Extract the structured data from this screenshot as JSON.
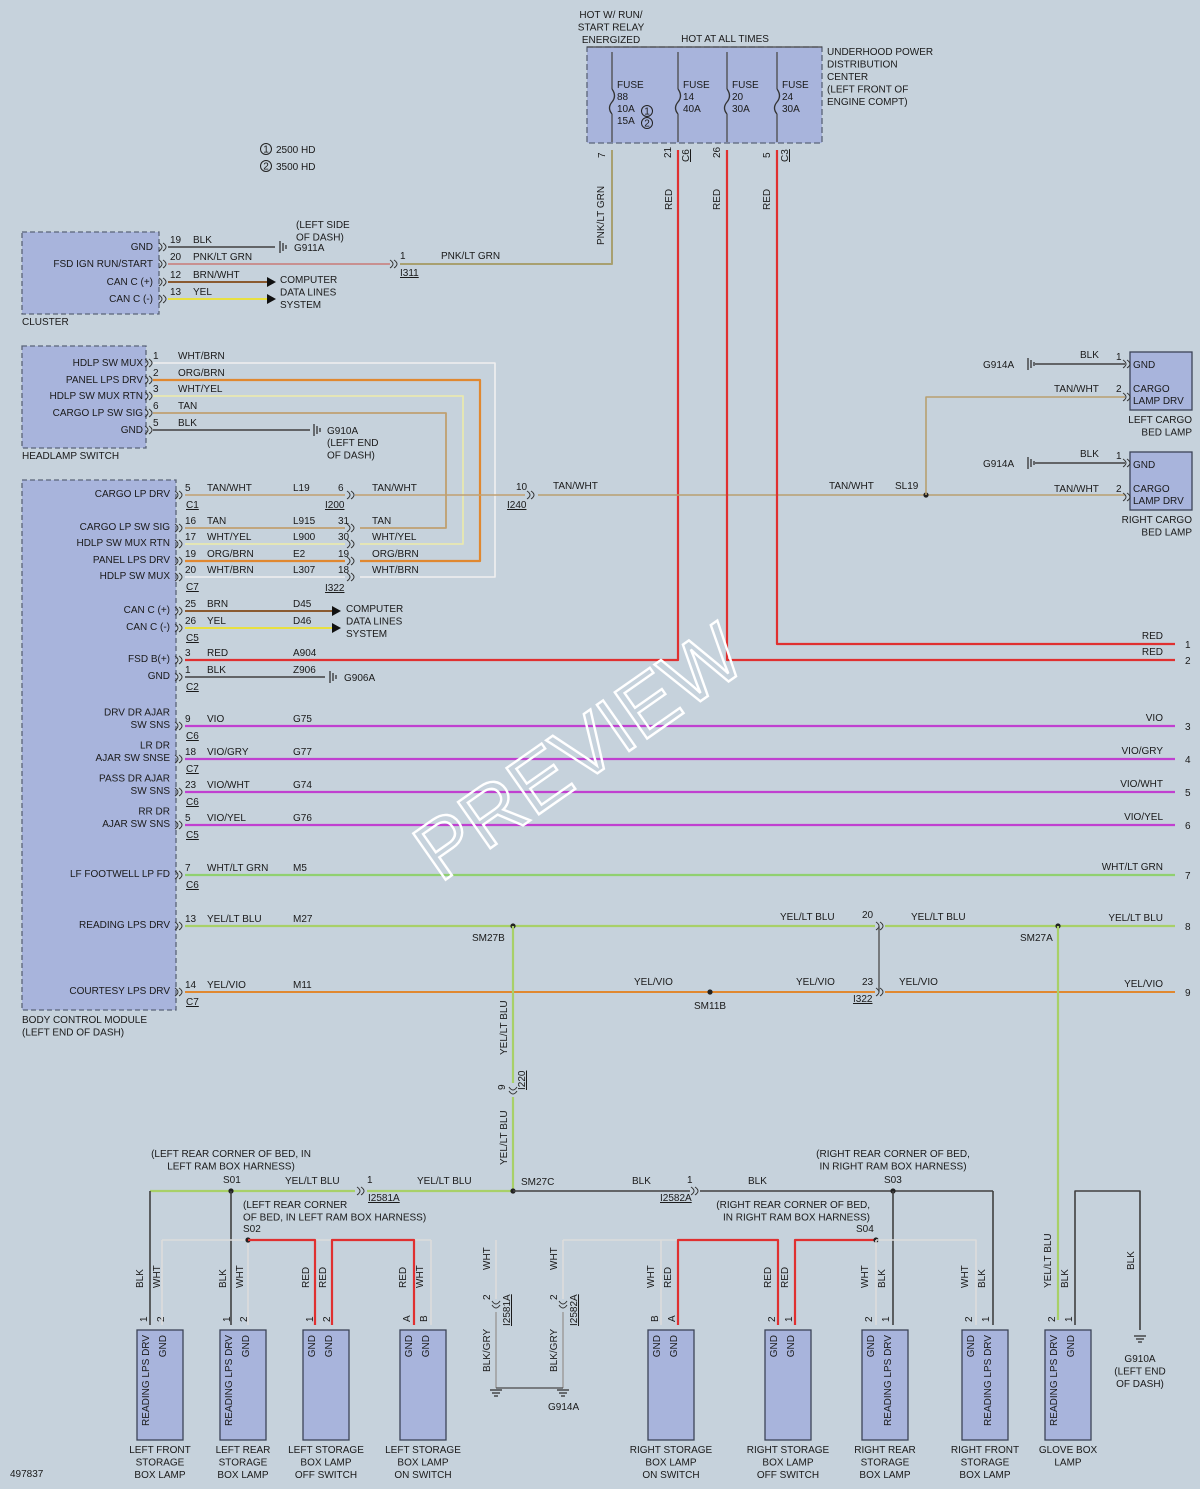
{
  "watermark": "PREVIEW",
  "doc_id": "497837",
  "colors": {
    "red": "#e03030",
    "violet": "#c040d0",
    "lt_green": "#80c060",
    "yellow_green": "#a8d068",
    "yellow": "#e8e040",
    "orange": "#e08830",
    "tan": "#c0a070",
    "white_wire": "#f0f0f0",
    "black_wire": "#404040",
    "brown": "#8a5a30"
  },
  "legend": [
    {
      "num": "1",
      "text": "2500 HD"
    },
    {
      "num": "2",
      "text": "3500 HD"
    }
  ],
  "pdc": {
    "hot_run": [
      "HOT W/ RUN/",
      "START RELAY",
      "ENERGIZED"
    ],
    "hot_all": "HOT AT ALL TIMES",
    "title": [
      "UNDERHOOD POWER",
      "DISTRIBUTION",
      "CENTER",
      "(LEFT FRONT OF",
      "ENGINE COMPT)"
    ],
    "fuses": [
      {
        "lines": [
          "FUSE",
          "88",
          "10A",
          "15A"
        ],
        "pin": "7",
        "conn": ""
      },
      {
        "lines": [
          "FUSE",
          "14",
          "40A"
        ],
        "pin": "21",
        "conn": "C6"
      },
      {
        "lines": [
          "FUSE",
          "20",
          "30A"
        ],
        "pin": "26",
        "conn": ""
      },
      {
        "lines": [
          "FUSE",
          "24",
          "30A"
        ],
        "pin": "5",
        "conn": "C3"
      }
    ]
  },
  "cluster": {
    "name": "CLUSTER",
    "pins": [
      {
        "label": "GND",
        "num": "19",
        "wire": "BLK"
      },
      {
        "label": "FSD IGN RUN/START",
        "num": "20",
        "wire": "PNK/LT GRN"
      },
      {
        "label": "CAN C (+)",
        "num": "12",
        "wire": "BRN/WHT"
      },
      {
        "label": "CAN C (-)",
        "num": "13",
        "wire": "YEL"
      }
    ],
    "ground_note": [
      "(LEFT SIDE",
      "OF DASH)"
    ],
    "ground": "G911A",
    "computer": [
      "COMPUTER",
      "DATA LINES",
      "SYSTEM"
    ],
    "splice_pin": "1",
    "splice_conn": "I311",
    "wire_out": "PNK/LT GRN"
  },
  "headlamp": {
    "name": "HEADLAMP SWITCH",
    "pins": [
      {
        "label": "HDLP SW MUX",
        "num": "1",
        "wire": "WHT/BRN"
      },
      {
        "label": "PANEL LPS DRV",
        "num": "2",
        "wire": "ORG/BRN"
      },
      {
        "label": "HDLP SW MUX RTN",
        "num": "3",
        "wire": "WHT/YEL"
      },
      {
        "label": "CARGO LP SW SIG",
        "num": "6",
        "wire": "TAN"
      },
      {
        "label": "GND",
        "num": "5",
        "wire": "BLK"
      }
    ],
    "ground": "G910A",
    "ground_note": [
      "(LEFT END",
      "OF DASH)"
    ]
  },
  "bcm": {
    "name": [
      "BODY CONTROL MODULE",
      "(LEFT END OF DASH)"
    ],
    "rows": [
      {
        "label": [
          "CARGO LP DRV"
        ],
        "num": "5",
        "wire": "TAN/WHT",
        "circuit": "L19",
        "spin": "6",
        "swire": "TAN/WHT",
        "conn": "C1"
      },
      {
        "label": [
          "CARGO LP SW SIG"
        ],
        "num": "16",
        "wire": "TAN",
        "circuit": "L915",
        "spin": "31",
        "swire": "TAN",
        "conn": ""
      },
      {
        "label": [
          "HDLP SW MUX RTN"
        ],
        "num": "17",
        "wire": "WHT/YEL",
        "circuit": "L900",
        "spin": "30",
        "swire": "WHT/YEL",
        "conn": ""
      },
      {
        "label": [
          "PANEL LPS DRV"
        ],
        "num": "19",
        "wire": "ORG/BRN",
        "circuit": "E2",
        "spin": "19",
        "swire": "ORG/BRN",
        "conn": ""
      },
      {
        "label": [
          "HDLP SW MUX"
        ],
        "num": "20",
        "wire": "WHT/BRN",
        "circuit": "L307",
        "spin": "18",
        "swire": "WHT/BRN",
        "conn": "C7"
      },
      {
        "label": [
          "CAN C (+)"
        ],
        "num": "25",
        "wire": "BRN",
        "circuit": "D45",
        "conn": ""
      },
      {
        "label": [
          "CAN C (-)"
        ],
        "num": "26",
        "wire": "YEL",
        "circuit": "D46",
        "conn": "C5"
      },
      {
        "label": [
          "FSD B(+)"
        ],
        "num": "3",
        "wire": "RED",
        "circuit": "A904",
        "conn": ""
      },
      {
        "label": [
          "GND"
        ],
        "num": "1",
        "wire": "BLK",
        "circuit": "Z906",
        "conn": "C2"
      },
      {
        "label": [
          "DRV DR AJAR",
          "SW SNS"
        ],
        "num": "9",
        "wire": "VIO",
        "circuit": "G75",
        "conn": "C6"
      },
      {
        "label": [
          "LR DR",
          "AJAR SW SNSE"
        ],
        "num": "18",
        "wire": "VIO/GRY",
        "circuit": "G77",
        "conn": "C7"
      },
      {
        "label": [
          "PASS DR AJAR",
          "SW SNS"
        ],
        "num": "23",
        "wire": "VIO/WHT",
        "circuit": "G74",
        "conn": "C6"
      },
      {
        "label": [
          "RR DR",
          "AJAR SW SNS"
        ],
        "num": "5",
        "wire": "VIO/YEL",
        "circuit": "G76",
        "conn": "C5"
      },
      {
        "label": [
          "LF FOOTWELL LP FD"
        ],
        "num": "7",
        "wire": "WHT/LT GRN",
        "circuit": "M5",
        "conn": "C6"
      },
      {
        "label": [
          "READING LPS DRV"
        ],
        "num": "13",
        "wire": "YEL/LT BLU",
        "circuit": "M27",
        "conn": ""
      },
      {
        "label": [
          "COURTESY LPS DRV"
        ],
        "num": "14",
        "wire": "YEL/VIO",
        "circuit": "M11",
        "conn": "C7"
      }
    ],
    "splice_conn_1": "I200",
    "splice_conn_2": "I322",
    "computer": [
      "COMPUTER",
      "DATA LINES",
      "SYSTEM"
    ],
    "ground": "G906A"
  },
  "cargo": {
    "i240_pin": "10",
    "i240_conn": "I240",
    "wire": "TAN/WHT",
    "splice": "SL19",
    "left": {
      "name": [
        "LEFT CARGO",
        "BED LAMP"
      ],
      "ground": "G914A",
      "pins": [
        {
          "num": "1",
          "wire": "BLK",
          "label": "GND"
        },
        {
          "num": "2",
          "wire": "TAN/WHT",
          "label": "CARGO LAMP DRV"
        }
      ]
    },
    "right": {
      "name": [
        "RIGHT CARGO",
        "BED LAMP"
      ],
      "ground": "G914A",
      "pins": [
        {
          "num": "1",
          "wire": "BLK",
          "label": "GND"
        },
        {
          "num": "2",
          "wire": "TAN/WHT",
          "label": "CARGO LAMP DRV"
        }
      ]
    }
  },
  "right_edge": [
    {
      "wire": "RED",
      "num": "1"
    },
    {
      "wire": "RED",
      "num": "2"
    },
    {
      "wire": "VIO",
      "num": "3"
    },
    {
      "wire": "VIO/GRY",
      "num": "4"
    },
    {
      "wire": "VIO/WHT",
      "num": "5"
    },
    {
      "wire": "VIO/YEL",
      "num": "6"
    },
    {
      "wire": "WHT/LT GRN",
      "num": "7"
    },
    {
      "wire": "YEL/LT BLU",
      "num": "8"
    },
    {
      "wire": "YEL/VIO",
      "num": "9"
    }
  ],
  "middle": {
    "sm27b": "SM27B",
    "sm27a": "SM27A",
    "sm11b": "SM11B",
    "sm27c": "SM27C",
    "i322_pin_a": "20",
    "i322_pin_b": "23",
    "i322": "I322",
    "i220": "I220",
    "i220_pin": "9",
    "w_yel_lt_blu": "YEL/LT BLU",
    "w_yel_vio": "YEL/VIO"
  },
  "bed": {
    "left_note": [
      "(LEFT REAR CORNER OF BED, IN",
      "LEFT RAM BOX HARNESS)"
    ],
    "left_note2": [
      "(LEFT REAR CORNER",
      "OF BED, IN LEFT RAM BOX HARNESS)"
    ],
    "right_note": [
      "(RIGHT REAR CORNER OF BED,",
      "IN RIGHT RAM BOX HARNESS)"
    ],
    "right_note2": [
      "(RIGHT REAR CORNER OF BED,",
      "IN RIGHT RAM BOX HARNESS)"
    ],
    "s01": "S01",
    "s02": "S02",
    "s03": "S03",
    "s04": "S04",
    "i2581a": "I2581A",
    "i2582a": "I2582A",
    "w_yel_lt_blu": "YEL/LT BLU",
    "w_blk": "BLK",
    "pin_1": "1",
    "ground_left": "G914A",
    "ground_right": [
      "G910A",
      "(LEFT END",
      "OF DASH)"
    ],
    "conn_wires": [
      {
        "top": "WHT",
        "bot": "BLK/GRY",
        "pin": "2",
        "conn": "I2581A"
      },
      {
        "top": "WHT",
        "bot": "BLK/GRY",
        "pin": "2",
        "conn": "I2582A"
      }
    ],
    "components": [
      {
        "name": [
          "LEFT FRONT",
          "STORAGE",
          "BOX LAMP"
        ],
        "pins": [
          "1",
          "2"
        ],
        "wires": [
          "BLK",
          "WHT"
        ],
        "labels": [
          "READING LPS DRV",
          "GND"
        ]
      },
      {
        "name": [
          "LEFT REAR",
          "STORAGE",
          "BOX LAMP"
        ],
        "pins": [
          "1",
          "2"
        ],
        "wires": [
          "BLK",
          "WHT"
        ],
        "labels": [
          "READING LPS DRV",
          "GND"
        ]
      },
      {
        "name": [
          "LEFT STORAGE",
          "BOX LAMP",
          "OFF SWITCH"
        ],
        "pins": [
          "1",
          "2"
        ],
        "wires": [
          "RED",
          "RED"
        ],
        "labels": [
          "GND",
          "GND"
        ]
      },
      {
        "name": [
          "LEFT STORAGE",
          "BOX LAMP",
          "ON SWITCH"
        ],
        "pins": [
          "A",
          "B"
        ],
        "wires": [
          "RED",
          "WHT"
        ],
        "labels": [
          "GND",
          "GND"
        ]
      },
      {
        "name": [
          "RIGHT STORAGE",
          "BOX LAMP",
          "ON SWITCH"
        ],
        "pins": [
          "B",
          "A"
        ],
        "wires": [
          "WHT",
          "RED"
        ],
        "labels": [
          "GND",
          "GND"
        ]
      },
      {
        "name": [
          "RIGHT STORAGE",
          "BOX LAMP",
          "OFF SWITCH"
        ],
        "pins": [
          "2",
          "1"
        ],
        "wires": [
          "RED",
          "RED"
        ],
        "labels": [
          "GND",
          "GND"
        ]
      },
      {
        "name": [
          "RIGHT REAR",
          "STORAGE",
          "BOX LAMP"
        ],
        "pins": [
          "2",
          "1"
        ],
        "wires": [
          "WHT",
          "BLK"
        ],
        "labels": [
          "GND",
          "READING LPS DRV"
        ]
      },
      {
        "name": [
          "RIGHT FRONT",
          "STORAGE",
          "BOX LAMP"
        ],
        "pins": [
          "2",
          "1"
        ],
        "wires": [
          "WHT",
          "BLK"
        ],
        "labels": [
          "GND",
          "READING LPS DRV"
        ]
      },
      {
        "name": [
          "GLOVE BOX",
          "LAMP"
        ],
        "pins": [
          "2",
          "1"
        ],
        "wires": [
          "YEL/LT BLU",
          "BLK"
        ],
        "labels": [
          "READING LPS DRV",
          "GND"
        ]
      }
    ],
    "glove_ground_wire": "BLK"
  }
}
